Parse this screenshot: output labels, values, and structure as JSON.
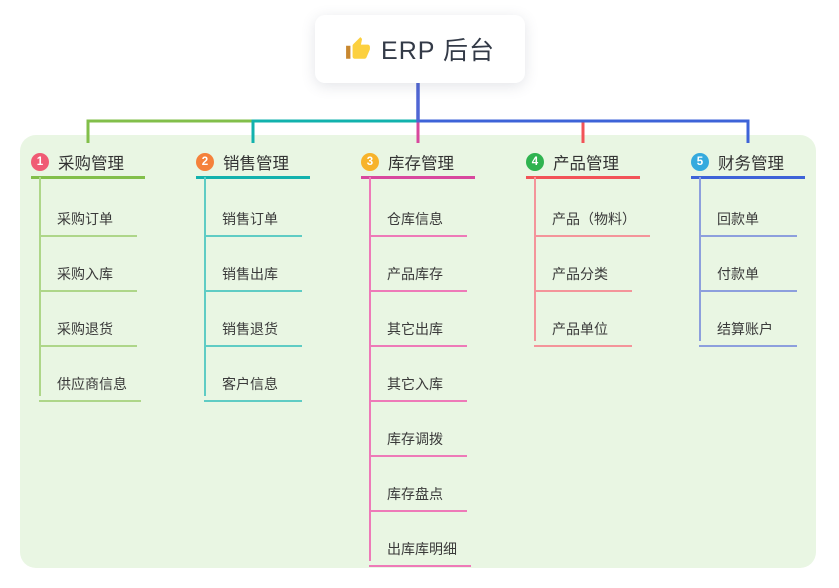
{
  "page": {
    "background_color": "#ffffff",
    "panel_color": "#e9f6e3"
  },
  "root": {
    "title": "ERP 后台",
    "icon": "thumbs-up-icon",
    "icon_colors": {
      "hand": "#fcd03f",
      "sleeve": "#c8872f"
    },
    "text_color": "#333a47",
    "line_color": "#5066d4"
  },
  "branches": [
    {
      "badge": "1",
      "badge_color": "#f05b74",
      "title": "采购管理",
      "line_color": "#82bf4a",
      "child_line_color": "#aed689",
      "children": [
        "采购订单",
        "采购入库",
        "采购退货",
        "供应商信息"
      ]
    },
    {
      "badge": "2",
      "badge_color": "#f5813b",
      "title": "销售管理",
      "line_color": "#12b2ad",
      "child_line_color": "#5fccc4",
      "children": [
        "销售订单",
        "销售出库",
        "销售退货",
        "客户信息"
      ]
    },
    {
      "badge": "3",
      "badge_color": "#f7b32b",
      "title": "库存管理",
      "line_color": "#d8489e",
      "child_line_color": "#ee7ab8",
      "children": [
        "仓库信息",
        "产品库存",
        "其它出库",
        "其它入库",
        "库存调拨",
        "库存盘点",
        "出库库明细"
      ]
    },
    {
      "badge": "4",
      "badge_color": "#2fb350",
      "title": "产品管理",
      "line_color": "#f25358",
      "child_line_color": "#f4949a",
      "children": [
        "产品（物料）",
        "产品分类",
        "产品单位"
      ]
    },
    {
      "badge": "5",
      "badge_color": "#35aade",
      "title": "财务管理",
      "line_color": "#3e63d8",
      "child_line_color": "#8d9fdd",
      "children": [
        "回款单",
        "付款单",
        "结算账户"
      ]
    }
  ]
}
